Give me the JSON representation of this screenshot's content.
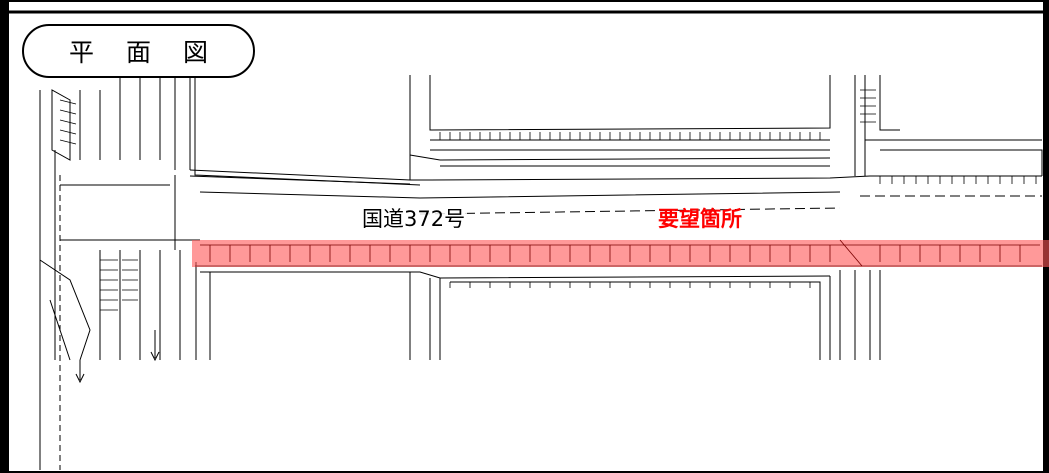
{
  "title": "平 面 図",
  "road_name": "国道372号",
  "request_area_label": "要望箇所",
  "colors": {
    "highlight": "#ff5555",
    "request_text": "#ff0000",
    "line": "#000000"
  }
}
